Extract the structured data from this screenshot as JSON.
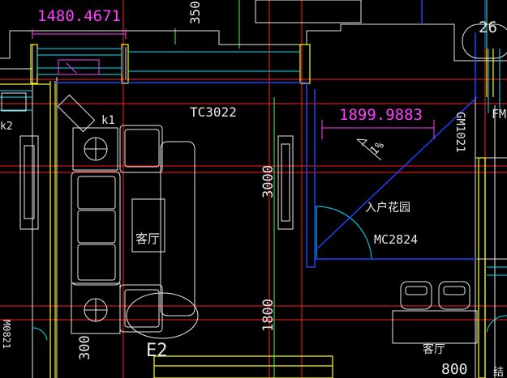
{
  "labels": {
    "dim_top_left": "1480.4671",
    "dim_top_vertical": "350",
    "circle_num": "26",
    "tc_label": "TC3022",
    "k1_label": "k1",
    "dim_mid": "1899.9883",
    "slope": "1%",
    "gm_label": "GM1021",
    "fm_label": "FM",
    "left_k2": "k2",
    "dim_3000": "3000",
    "entry_garden": "入户花园",
    "mc_label": "MC2824",
    "living_room_1": "客厅",
    "dim_1800": "1800",
    "dim_300": "300",
    "e2_label": "E2",
    "living_room_2": "客厅",
    "dim_800": "800",
    "left_side": "M0821",
    "corner": "结"
  },
  "colors": {
    "background": "#000000",
    "red": "#ff2020",
    "yellow": "#ffff00",
    "cyan": "#00e5ff",
    "blue": "#2040ff",
    "magenta": "#ff40ff",
    "green": "#40ff40",
    "white": "#e8e8e8"
  }
}
